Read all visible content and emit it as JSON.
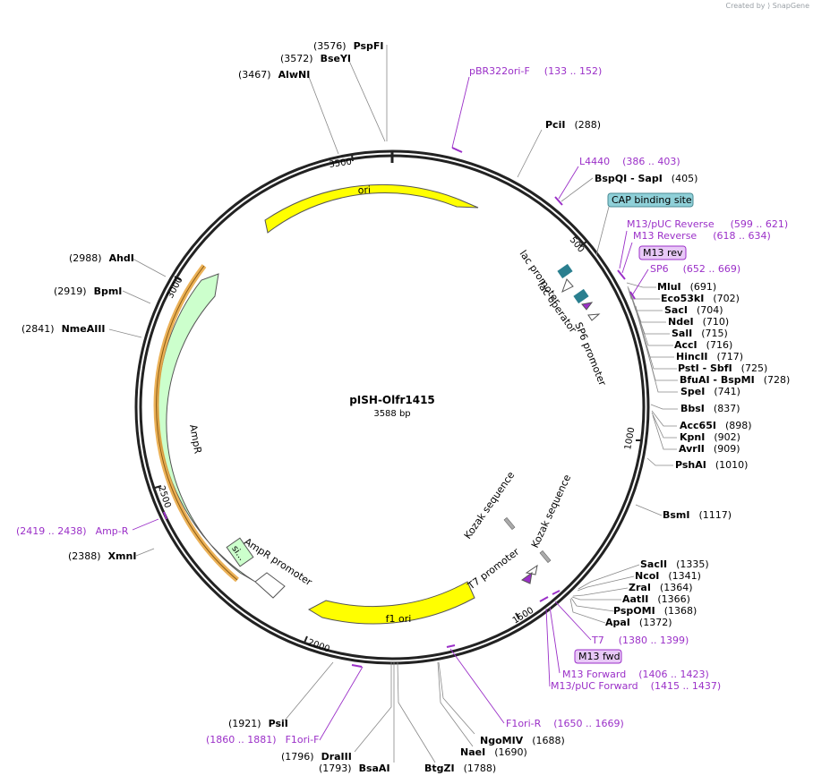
{
  "credit": {
    "created_by": "Created by",
    "brand": "SnapGene"
  },
  "plasmid": {
    "name": "pISH-Olfr1415",
    "length_label": "3588 bp",
    "length": 3588
  },
  "ticks": [
    {
      "bp": 500,
      "label": "500"
    },
    {
      "bp": 1000,
      "label": "1000"
    },
    {
      "bp": 1500,
      "label": "1500"
    },
    {
      "bp": 2000,
      "label": "2000"
    },
    {
      "bp": 2500,
      "label": "2500"
    },
    {
      "bp": 3000,
      "label": "3000"
    },
    {
      "bp": 3500,
      "label": "3500"
    }
  ],
  "features": [
    {
      "name": "ori",
      "color": "#ffff00"
    },
    {
      "name": "f1 ori",
      "color": "#ffff00"
    },
    {
      "name": "AmpR",
      "color": "#ccffcc"
    },
    {
      "name": "AmpR promoter",
      "color": "#ffffff"
    },
    {
      "name": "lac promoter",
      "color": "#ffffff"
    },
    {
      "name": "lac operator",
      "color": "#2a7f8f"
    },
    {
      "name": "SP6 promoter",
      "color": "#ffffff"
    },
    {
      "name": "T7 promoter",
      "color": "#ffffff"
    },
    {
      "name": "Kozak sequence",
      "color": "#aaaaaa"
    },
    {
      "name": "Kozak sequence",
      "color": "#aaaaaa"
    },
    {
      "name": "CAP binding site",
      "color": "#8fd0d8"
    },
    {
      "name": "si...",
      "color": "#ccffcc"
    }
  ],
  "enzymes_right": [
    {
      "name": "PciI",
      "pos": "(288)"
    },
    {
      "name": "BspQI  -  SapI",
      "pos": "(405)"
    },
    {
      "name": "MluI",
      "pos": "(691)"
    },
    {
      "name": "Eco53kI",
      "pos": "(702)"
    },
    {
      "name": "SacI",
      "pos": "(704)"
    },
    {
      "name": "NdeI",
      "pos": "(710)"
    },
    {
      "name": "SalI",
      "pos": "(715)"
    },
    {
      "name": "AccI",
      "pos": "(716)"
    },
    {
      "name": "HincII",
      "pos": "(717)"
    },
    {
      "name": "PstI  -  SbfI",
      "pos": "(725)"
    },
    {
      "name": "BfuAI  -  BspMI",
      "pos": "(728)"
    },
    {
      "name": "SpeI",
      "pos": "(741)"
    },
    {
      "name": "BbsI",
      "pos": "(837)"
    },
    {
      "name": "Acc65I",
      "pos": "(898)"
    },
    {
      "name": "KpnI",
      "pos": "(902)"
    },
    {
      "name": "AvrII",
      "pos": "(909)"
    },
    {
      "name": "PshAI",
      "pos": "(1010)"
    },
    {
      "name": "BsmI",
      "pos": "(1117)"
    },
    {
      "name": "SacII",
      "pos": "(1335)"
    },
    {
      "name": "NcoI",
      "pos": "(1341)"
    },
    {
      "name": "ZraI",
      "pos": "(1364)"
    },
    {
      "name": "AatII",
      "pos": "(1366)"
    },
    {
      "name": "PspOMI",
      "pos": "(1368)"
    },
    {
      "name": "ApaI",
      "pos": "(1372)"
    }
  ],
  "enzymes_bottom": [
    {
      "name": "NgoMIV",
      "pos": "(1688)"
    },
    {
      "name": "NaeI",
      "pos": "(1690)"
    },
    {
      "name": "BtgZI",
      "pos": "(1788)"
    },
    {
      "name": "BsaAI",
      "pos": "(1793)"
    },
    {
      "name": "DraIII",
      "pos": "(1796)"
    },
    {
      "name": "PsiI",
      "pos": "(1921)"
    }
  ],
  "enzymes_left": [
    {
      "name": "XmnI",
      "pos": "(2388)"
    },
    {
      "name": "NmeAIII",
      "pos": "(2841)"
    },
    {
      "name": "BpmI",
      "pos": "(2919)"
    },
    {
      "name": "AhdI",
      "pos": "(2988)"
    },
    {
      "name": "AlwNI",
      "pos": "(3467)"
    },
    {
      "name": "BseYI",
      "pos": "(3572)"
    },
    {
      "name": "PspFI",
      "pos": "(3576)"
    }
  ],
  "primers": [
    {
      "name": "pBR322ori-F",
      "range": "(133 .. 152)"
    },
    {
      "name": "L4440",
      "range": "(386 .. 403)"
    },
    {
      "name": "M13/pUC Reverse",
      "range": "(599 .. 621)"
    },
    {
      "name": "M13 Reverse",
      "range": "(618 .. 634)"
    },
    {
      "name": "SP6",
      "range": "(652 .. 669)"
    },
    {
      "name": "T7",
      "range": "(1380 .. 1399)"
    },
    {
      "name": "M13 Forward",
      "range": "(1406 .. 1423)"
    },
    {
      "name": "M13/pUC Forward",
      "range": "(1415 .. 1437)"
    },
    {
      "name": "F1ori-R",
      "range": "(1650 .. 1669)"
    },
    {
      "name": "F1ori-F",
      "range": "(1860 .. 1881)"
    },
    {
      "name": "Amp-R",
      "range": "(2419 .. 2438)"
    }
  ],
  "boxed_labels": {
    "m13_rev": "M13 rev",
    "m13_fwd": "M13 fwd"
  },
  "colors": {
    "backbone": "#222222",
    "primer": "#9b30c8",
    "highlight": "#e8a33a"
  }
}
